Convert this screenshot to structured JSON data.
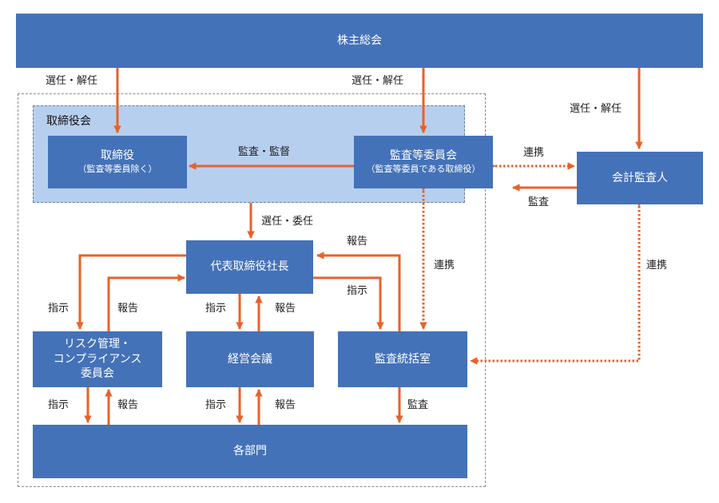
{
  "nodes": {
    "shareholders": "株主総会",
    "board_title": "取締役会",
    "directors": {
      "main": "取締役",
      "sub": "（監査等委員除く）"
    },
    "audit_committee": {
      "main": "監査等委員会",
      "sub": "（監査等委員である取締役）"
    },
    "accounting_auditor": "会計監査人",
    "ceo": "代表取締役社長",
    "risk_committee": {
      "line1": "リスク管理・",
      "line2": "コンプライアンス",
      "line3": "委員会"
    },
    "management_meeting": "経営会議",
    "internal_audit": "監査統括室",
    "departments": "各部門"
  },
  "labels": {
    "elect_directors": "選任・解任",
    "elect_audit": "選任・解任",
    "elect_auditor": "選任・解任",
    "audit_supervise": "監査・監督",
    "coop_audit_auditor": "連携",
    "audit_by_auditor": "監査",
    "elect_delegate": "選任・委任",
    "report_internal_ceo": "報告",
    "coop_audit_internal": "連携",
    "instruct_ceo_internal": "指示",
    "coop_internal_auditor": "連携",
    "instruct_ceo_risk": "指示",
    "report_risk_ceo": "報告",
    "instruct_ceo_mgmt": "指示",
    "report_mgmt_ceo": "報告",
    "instruct_risk_dept": "指示",
    "report_dept_risk": "報告",
    "instruct_mgmt_dept": "指示",
    "report_dept_mgmt": "報告",
    "audit_internal_dept": "監査"
  },
  "colors": {
    "box": "#4472b8",
    "arrow": "#e8622a",
    "board_bg": "#b7cfee"
  }
}
